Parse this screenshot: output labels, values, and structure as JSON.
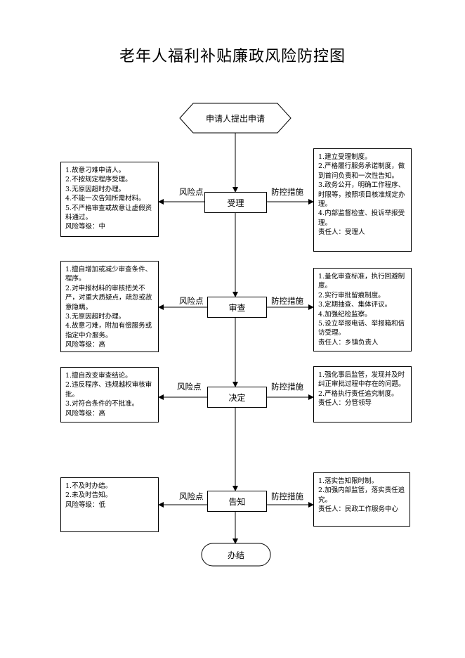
{
  "title": "老年人福利补贴廉政风险防控图",
  "start": "申请人提出申请",
  "end": "办结",
  "risk_label": "风险点",
  "measure_label": "防控措施",
  "steps": [
    {
      "name": "受理",
      "risks": [
        "1.故意刁难申请人。",
        "2.不按规定程序受理。",
        "3.无原因超时办理。",
        "4.不能一次告知所需材料。",
        "5.不严格审查或故意让虚假资料通过。",
        "风险等级：中"
      ],
      "measures": [
        "1.建立受理制度。",
        "2.严格履行服务承诺制度，做到首问负责和一次性告知。",
        "3.政务公开，明确工作程序、时限等，按照项目核准规定办理。",
        "4.内部监督检查、投诉举报受理。",
        "责任人：受理人"
      ]
    },
    {
      "name": "审查",
      "risks": [
        "1.擅自增加或减少审查条件、程序。",
        "2.对申报材料的审核把关不严，对重大质疑点，疏忽或故意隐瞒。",
        "3.无原因超时办理。",
        "4.故意刁难，附加有偿服务或指定中介服务。",
        "风险等级：高"
      ],
      "measures": [
        "1.量化审查标准，执行回避制度。",
        "2.实行审批留痕制度。",
        "3.定期抽查、集体评议。",
        "4.加强纪检监察。",
        "5.设立举报电话、举报箱和信访受理。",
        "责任人：乡镇负责人"
      ]
    },
    {
      "name": "决定",
      "risks": [
        "1.擅自改变审查结论。",
        "2.违反程序、违规越权审核审批。",
        "3.对符合条件的不批准。",
        "风险等级：高"
      ],
      "measures": [
        "1.强化事后监管，发现并及时纠正审批过程中存在的问题。",
        "2.严格执行责任追究制度。",
        "责任人：分管领导"
      ]
    },
    {
      "name": "告知",
      "risks": [
        "1.不及时办结。",
        "2.未及时告知。",
        "风险等级：低"
      ],
      "measures": [
        "1.落实告知限时制。",
        "2.加强内部监管，落实责任追究。",
        "责任人：民政工作服务中心"
      ]
    }
  ]
}
